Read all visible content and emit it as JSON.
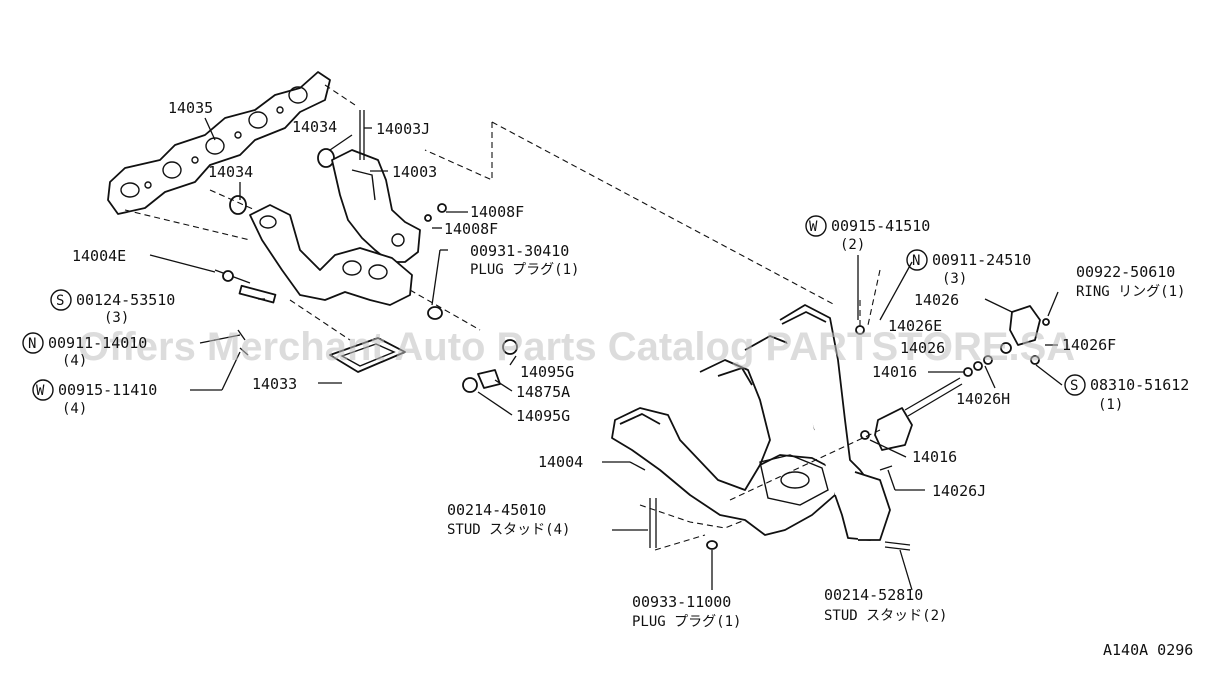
{
  "watermark": "Offers Merchant Auto Parts Catalog PARTSTORE.SA",
  "figure_code": "A140A 0296",
  "labels": {
    "l14035": "14035",
    "l14034a": "14034",
    "l14003j": "14003J",
    "l14003": "14003",
    "l14034b": "14034",
    "l14008f_a": "14008F",
    "l14008f_b": "14008F",
    "l14004e": "14004E",
    "l00931": "00931-30410",
    "l00931_sub": "PLUG プラグ(1)",
    "l00124": "00124-53510",
    "l00124_sub": "(3)",
    "l00911a": "00911-14010",
    "l00911a_sub": "(4)",
    "l00915b": "00915-11410",
    "l00915b_sub": "(4)",
    "l14033": "14033",
    "l14095g_a": "14095G",
    "l14875a": "14875A",
    "l14095g_b": "14095G",
    "l00915a": "00915-41510",
    "l00915a_sub": "(2)",
    "l00911b": "00911-24510",
    "l00911b_sub": "(3)",
    "l00922": "00922-50610",
    "l00922_sub": "RING リング(1)",
    "l14026": "14026",
    "l14026e": "14026E",
    "l14026_2": "14026",
    "l14026f": "14026F",
    "l14016a": "14016",
    "l08310": "08310-51612",
    "l08310_sub": "(1)",
    "l14026h": "14026H",
    "l14016b": "14016",
    "l14004": "14004",
    "l14026j": "14026J",
    "l00214a": "00214-45010",
    "l00214a_sub": "STUD スタッド(4)",
    "l00933": "00933-11000",
    "l00933_sub": "PLUG プラグ(1)",
    "l00214b": "00214-52810",
    "l00214b_sub": "STUD スタッド(2)"
  },
  "prefix_marks": {
    "s1": "S",
    "n1": "N",
    "w1": "W",
    "w2": "W",
    "n2": "N",
    "s2": "S"
  }
}
